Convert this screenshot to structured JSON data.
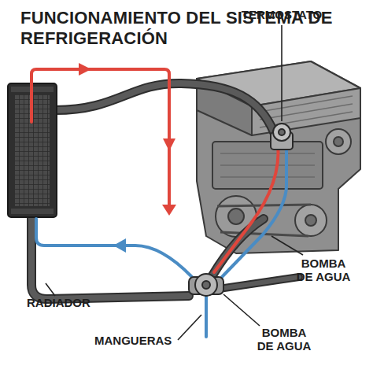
{
  "diagram": {
    "title": "FUNCIONAMIENTO DEL SISTEMA DE REFRIGERACIÓN",
    "labels": [
      "TERMOSTATO",
      "BOMBA DE AGUA",
      "RADIADOR",
      "MANGUERAS",
      "BOMBA DE AGUA"
    ]
  }
}
